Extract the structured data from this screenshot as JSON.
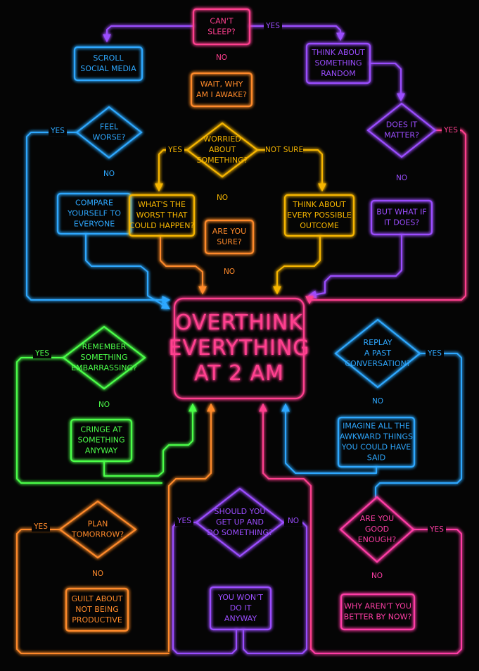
{
  "colors": {
    "pink": "#ff3f8f",
    "purple": "#9b4dff",
    "blue": "#2ea8ff",
    "yellow": "#f7b600",
    "green": "#4cff4a",
    "orange": "#ff8a2a",
    "magenta": "#ff3ea6"
  },
  "nodes": {
    "cant_sleep": "CAN'T SLEEP?",
    "scroll": "SCROLL SOCIAL MEDIA",
    "feel_worse": "FEEL WORSE?",
    "compare": "COMPARE YOURSELF TO EVERYONE",
    "wait_why": "WAIT, WHY AM I AWAKE?",
    "worried": "WORRIED ABOUT SOMETHING?",
    "worst": "WHAT'S THE WORST THAT COULD HAPPEN?",
    "are_you_sure": "ARE YOU SURE?",
    "think_every": "THINK ABOUT EVERY POSSIBLE OUTCOME",
    "think_random": "THINK ABOUT SOMETHING RANDOM",
    "does_it_matter": "DOES IT MATTER?",
    "what_if": "BUT WHAT IF IT DOES?",
    "overthink": "OVERTHINK EVERYTHING AT 2 AM",
    "remember": "REMEMBER SOMETHING EMBARRASSING?",
    "cringe": "CRINGE AT SOMETHING ANYWAY",
    "replay": "REPLAY A PAST CONVERSATION?",
    "imagine": "IMAGINE ALL THE AWKWARD THINGS YOU COULD HAVE SAID",
    "plan": "PLAN TOMORROW?",
    "guilt": "GUILT ABOUT NOT BEING PRODUCTIVE",
    "should_you": "SHOULD YOU GET UP AND DO SOMETHING?",
    "wont": "YOU WON'T DO IT ANYWAY",
    "are_good": "ARE YOU GOOD ENOUGH?",
    "why_arent": "WHY AREN'T YOU BETTER BY NOW?"
  },
  "labels": {
    "yes": "YES",
    "no": "NO",
    "not_sure": "NOT SURE"
  }
}
